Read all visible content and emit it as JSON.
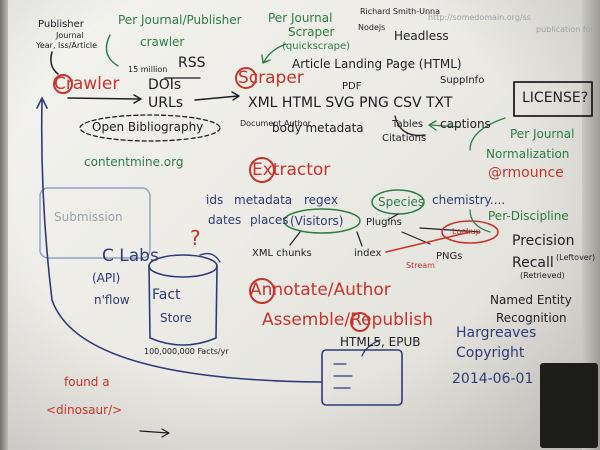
{
  "board": {
    "top_left": {
      "publisher": "Publisher",
      "journal": "Journal",
      "year_issue": "Year, Iss/Article",
      "per_journal_publisher": "Per Journal/Publisher",
      "crawler_note": "crawler",
      "fifteen_million": "15 million",
      "rss": "RSS",
      "crawler": "Crawler",
      "dois": "DOIs",
      "urls": "URLs",
      "open_bibliography": "Open Bibliography",
      "site": "contentmine.org"
    },
    "top_mid": {
      "per_journal": "Per Journal",
      "scraper_note": "Scraper",
      "quickscrape": "(quickscrape)",
      "scraper": "Scraper",
      "article_landing": "Article Landing Page (HTML)",
      "supp_info": "SuppInfo",
      "pdf": "PDF",
      "formats": "XML HTML SVG PNG CSV TXT",
      "body_metadata": "body metadata",
      "tables": "Tables",
      "captions": "captions",
      "citations": "Citations",
      "small_note": "Document Author"
    },
    "top_right": {
      "names": "Richard Smith-Unna",
      "nodejs": "Nodejs",
      "headless": "Headless",
      "url_faded": "http://somedomain.org/ss",
      "faded_right": "publication for",
      "license": "LICENSE?",
      "per_journal2": "Per Journal",
      "normalization": "Normalization",
      "rmounce": "@rmounce"
    },
    "middle": {
      "extractor": "Extractor",
      "ids": "ids",
      "metadata": "metadata",
      "regex": "regex",
      "species": "Species",
      "chemistry": "chemistry....",
      "dates": "dates",
      "places": "places",
      "visitors": "(Visitors)",
      "plugins": "Plugins",
      "per_discipline": "Per-Discipline",
      "xml_chunks": "XML chunks",
      "index": "index",
      "lookup": "Lookup",
      "stream": "Stream",
      "pngs": "PNGs",
      "precision": "Precision",
      "recall": "Recall",
      "recall_note": "(Retrieved)",
      "recall_sub": "(Leftover)",
      "named_entity": "Named Entity",
      "recognition": "Recognition"
    },
    "left_mid": {
      "submission": "Submission",
      "c_labs": "C Labs",
      "api": "(API)",
      "nflow": "n'flow",
      "question": "?",
      "fact": "Fact",
      "store": "Store",
      "facts_per_year": "100,000,000 Facts/yr"
    },
    "bottom": {
      "annotate": "Annotate/Author",
      "assemble": "Assemble/Republish",
      "html5_epub": "HTML5, EPUB",
      "hargreaves": "Hargreaves",
      "copyright": "Copyright",
      "date": "2014-06-01",
      "found_a": "found a",
      "dinosaur": "<dinosaur/>"
    }
  },
  "colors": {
    "black": "#1e1e24",
    "green": "#2d7d45",
    "red": "#c8332b",
    "purple": "#4a4f8a",
    "blue": "#2f3a78",
    "faded": "#9aa3aa",
    "board": "#ecebe6"
  }
}
